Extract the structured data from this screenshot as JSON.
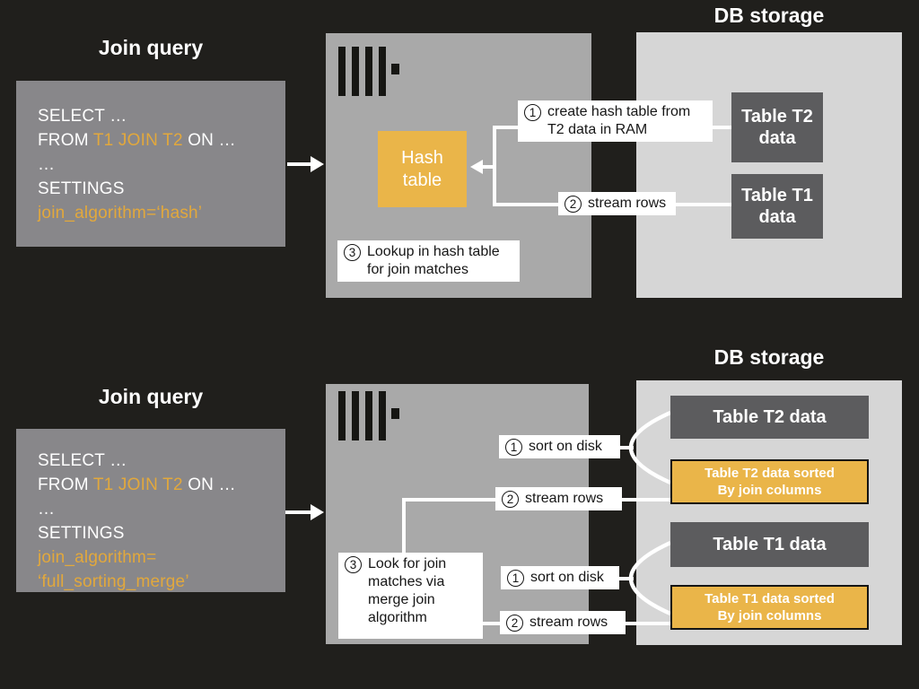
{
  "colors": {
    "background": "#201F1C",
    "query_box_gray": "#88878A",
    "server_box_gray": "#A9A9A9",
    "db_storage_gray": "#D6D6D6",
    "table_box_gray": "#5C5C5E",
    "accent_yellow": "#EAB549",
    "code_highlight_orange": "#E2A83C",
    "connector_white": "#FFFFFF"
  },
  "hash_join": {
    "query_title": "Join query",
    "query": {
      "line1": "SELECT …",
      "line2_pre": "FROM ",
      "line2_highlight": "T1 JOIN T2",
      "line2_post": " ON …",
      "line3": "…",
      "line4": "SETTINGS",
      "line5": "join_algorithm=‘hash’"
    },
    "server": {
      "hash_table": "Hash\ntable"
    },
    "steps": {
      "step1": {
        "num": "1",
        "text": "create hash table from\nT2 data in RAM"
      },
      "step2": {
        "num": "2",
        "text": "stream rows"
      },
      "step3": {
        "num": "3",
        "text": "Lookup in hash table\nfor join matches"
      }
    },
    "db": {
      "title": "DB storage",
      "table_t2": "Table T2\ndata",
      "table_t1": "Table T1\ndata"
    }
  },
  "merge_join": {
    "query_title": "Join query",
    "query": {
      "line1": "SELECT …",
      "line2_pre": "FROM ",
      "line2_highlight": "T1 JOIN T2",
      "line2_post": " ON …",
      "line3": "…",
      "line4": "SETTINGS",
      "line5": "join_algorithm=",
      "line6": "‘full_sorting_merge’"
    },
    "steps": {
      "sort_t2": {
        "num": "1",
        "text": "sort on disk"
      },
      "stream_t2": {
        "num": "2",
        "text": "stream rows"
      },
      "step3": {
        "num": "3",
        "text": "Look for join\nmatches via\nmerge join\nalgorithm"
      },
      "sort_t1": {
        "num": "1",
        "text": "sort on disk"
      },
      "stream_t1": {
        "num": "2",
        "text": "stream rows"
      }
    },
    "db": {
      "title": "DB storage",
      "table_t2": "Table T2 data",
      "table_t2_sorted": "Table T2 data sorted\nBy join columns",
      "table_t1": "Table T1 data",
      "table_t1_sorted": "Table T1 data sorted\nBy join columns"
    }
  }
}
